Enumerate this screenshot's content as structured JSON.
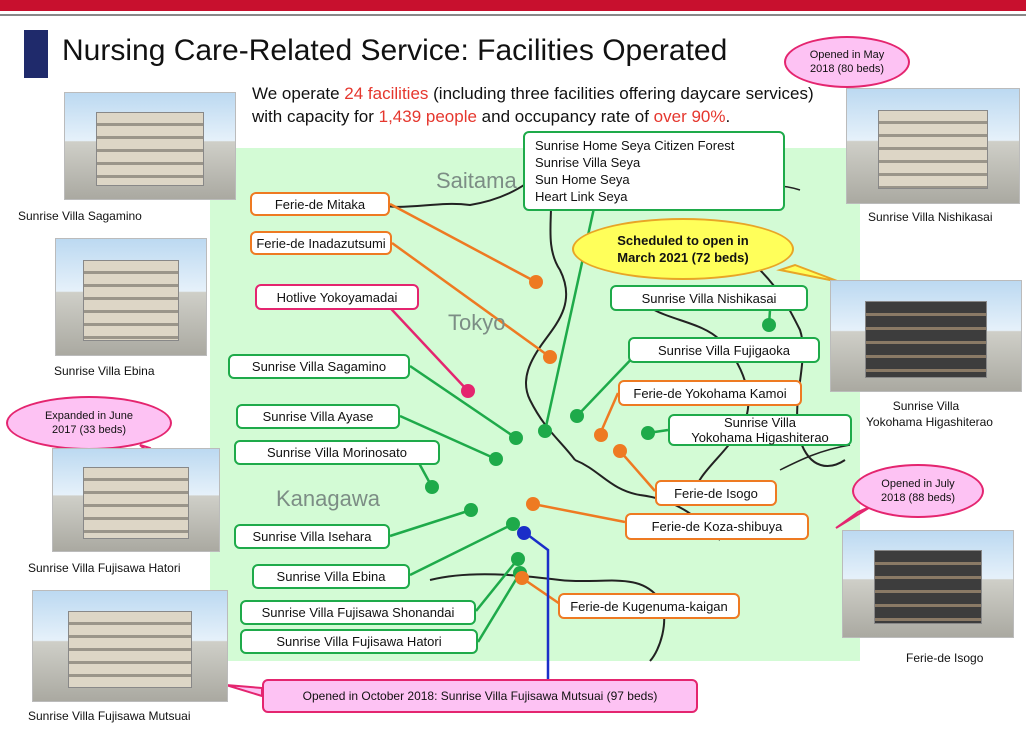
{
  "title": "Nursing Care-Related Service: Facilities Operated",
  "intro": {
    "part1": "We operate ",
    "facilities": "24 facilities",
    "part2": " (including three facilities offering daycare services) with capacity for ",
    "people": "1,439 people",
    "part3": " and occupancy rate of ",
    "occupancy": "over 90%",
    "part4": "."
  },
  "regions": {
    "saitama": "Saitama",
    "tokyo": "Tokyo",
    "kanagawa": "Kanagawa"
  },
  "seya_group": [
    "Sunrise Home Seya Citizen Forest",
    "Sunrise Villa Seya",
    "Sun Home Seya",
    "Heart Link Seya"
  ],
  "labels": {
    "ferie_mitaka": "Ferie-de Mitaka",
    "ferie_inadazutsumi": "Ferie-de Inadazutsumi",
    "hotlive_yokoyamadai": "Hotlive Yokoyamadai",
    "villa_sagamino": "Sunrise Villa Sagamino",
    "villa_ayase": "Sunrise Villa Ayase",
    "villa_morinosato": "Sunrise Villa Morinosato",
    "villa_isehara": "Sunrise Villa Isehara",
    "villa_ebina": "Sunrise Villa Ebina",
    "villa_fujisawa_shonandai": "Sunrise Villa Fujisawa Shonandai",
    "villa_fujisawa_hatori": "Sunrise Villa Fujisawa Hatori",
    "villa_nishikasai": "Sunrise Villa Nishikasai",
    "villa_fujigaoka": "Sunrise Villa Fujigaoka",
    "ferie_yokohama_kamoi": "Ferie-de Yokohama Kamoi",
    "villa_yokohama_higashiterao_1": "Sunrise Villa",
    "villa_yokohama_higashiterao_2": "Yokohama Higashiterao",
    "ferie_isogo": "Ferie-de Isogo",
    "ferie_koza_shibuya": "Ferie-de Koza-shibuya",
    "ferie_kugenuma_kaigan": "Ferie-de Kugenuma-kaigan"
  },
  "captions": {
    "sagamino": "Sunrise Villa Sagamino",
    "ebina": "Sunrise Villa Ebina",
    "fujisawa_hatori": "Sunrise Villa Fujisawa Hatori",
    "fujisawa_mutsuai": "Sunrise Villa Fujisawa Mutsuai",
    "nishikasai": "Sunrise Villa Nishikasai",
    "higashiterao_1": "Sunrise Villa",
    "higashiterao_2": "Yokohama Higashiterao",
    "isogo": "Ferie-de Isogo"
  },
  "bubbles": {
    "nishikasai_1": "Opened in May",
    "nishikasai_2": "2018 (80 beds)",
    "hatori_1": "Expanded in June",
    "hatori_2": "2017 (33 beds)",
    "isogo_1": "Opened in July",
    "isogo_2": "2018 (88 beds)",
    "scheduled_1": "Scheduled to open in",
    "scheduled_2": "March 2021 (72 beds)",
    "mutsuai": "Opened in October 2018: Sunrise Villa Fujisawa Mutsuai (97 beds)"
  },
  "colors": {
    "green": "#1eaa4a",
    "orange": "#ee7a22",
    "pink": "#e4256f",
    "blue": "#1a2ec8",
    "red_text": "#e5372e",
    "map_bg": "#d3fbd5"
  }
}
